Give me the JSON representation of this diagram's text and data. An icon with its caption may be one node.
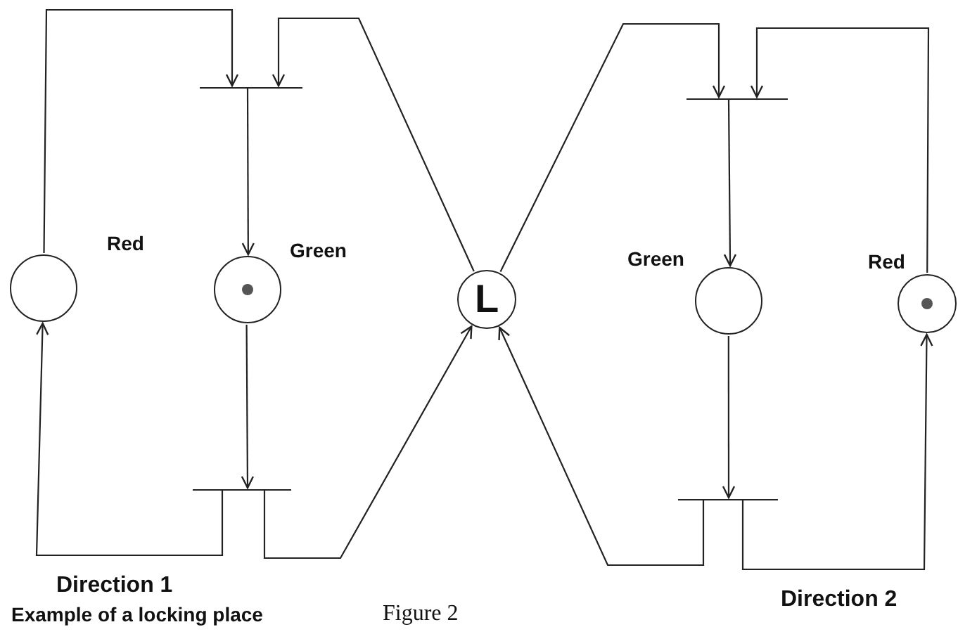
{
  "diagram": {
    "caption": "Figure 2",
    "nodes": [
      {
        "text": [
          "Red"
        ]
      },
      {
        "text": [
          "Green"
        ]
      },
      {
        "text": [
          "L"
        ]
      },
      {
        "text": [
          "Green"
        ]
      },
      {
        "text": [
          "Red"
        ]
      },
      {
        "text": [],
        "shape": "bar"
      },
      {
        "text": [],
        "shape": "bar"
      },
      {
        "text": [],
        "shape": "bar"
      },
      {
        "text": [],
        "shape": "bar"
      }
    ],
    "edges": [
      {
        "from": 0,
        "to": 5,
        "arrow": "to"
      },
      {
        "from": 2,
        "to": 5,
        "arrow": "to"
      },
      {
        "from": 5,
        "to": 1,
        "arrow": "to"
      },
      {
        "from": 1,
        "to": 6,
        "arrow": "to"
      },
      {
        "from": 6,
        "to": 0,
        "arrow": "to"
      },
      {
        "from": 6,
        "to": 2,
        "arrow": "to"
      },
      {
        "from": 2,
        "to": 7,
        "arrow": "to"
      },
      {
        "from": 4,
        "to": 7,
        "arrow": "to"
      },
      {
        "from": 7,
        "to": 3,
        "arrow": "to"
      },
      {
        "from": 3,
        "to": 8,
        "arrow": "to"
      },
      {
        "from": 8,
        "to": 2,
        "arrow": "to"
      },
      {
        "from": 8,
        "to": 4,
        "arrow": "to"
      }
    ],
    "labels": [
      "Direction 1",
      "Example of a locking place",
      "Direction 2"
    ]
  }
}
